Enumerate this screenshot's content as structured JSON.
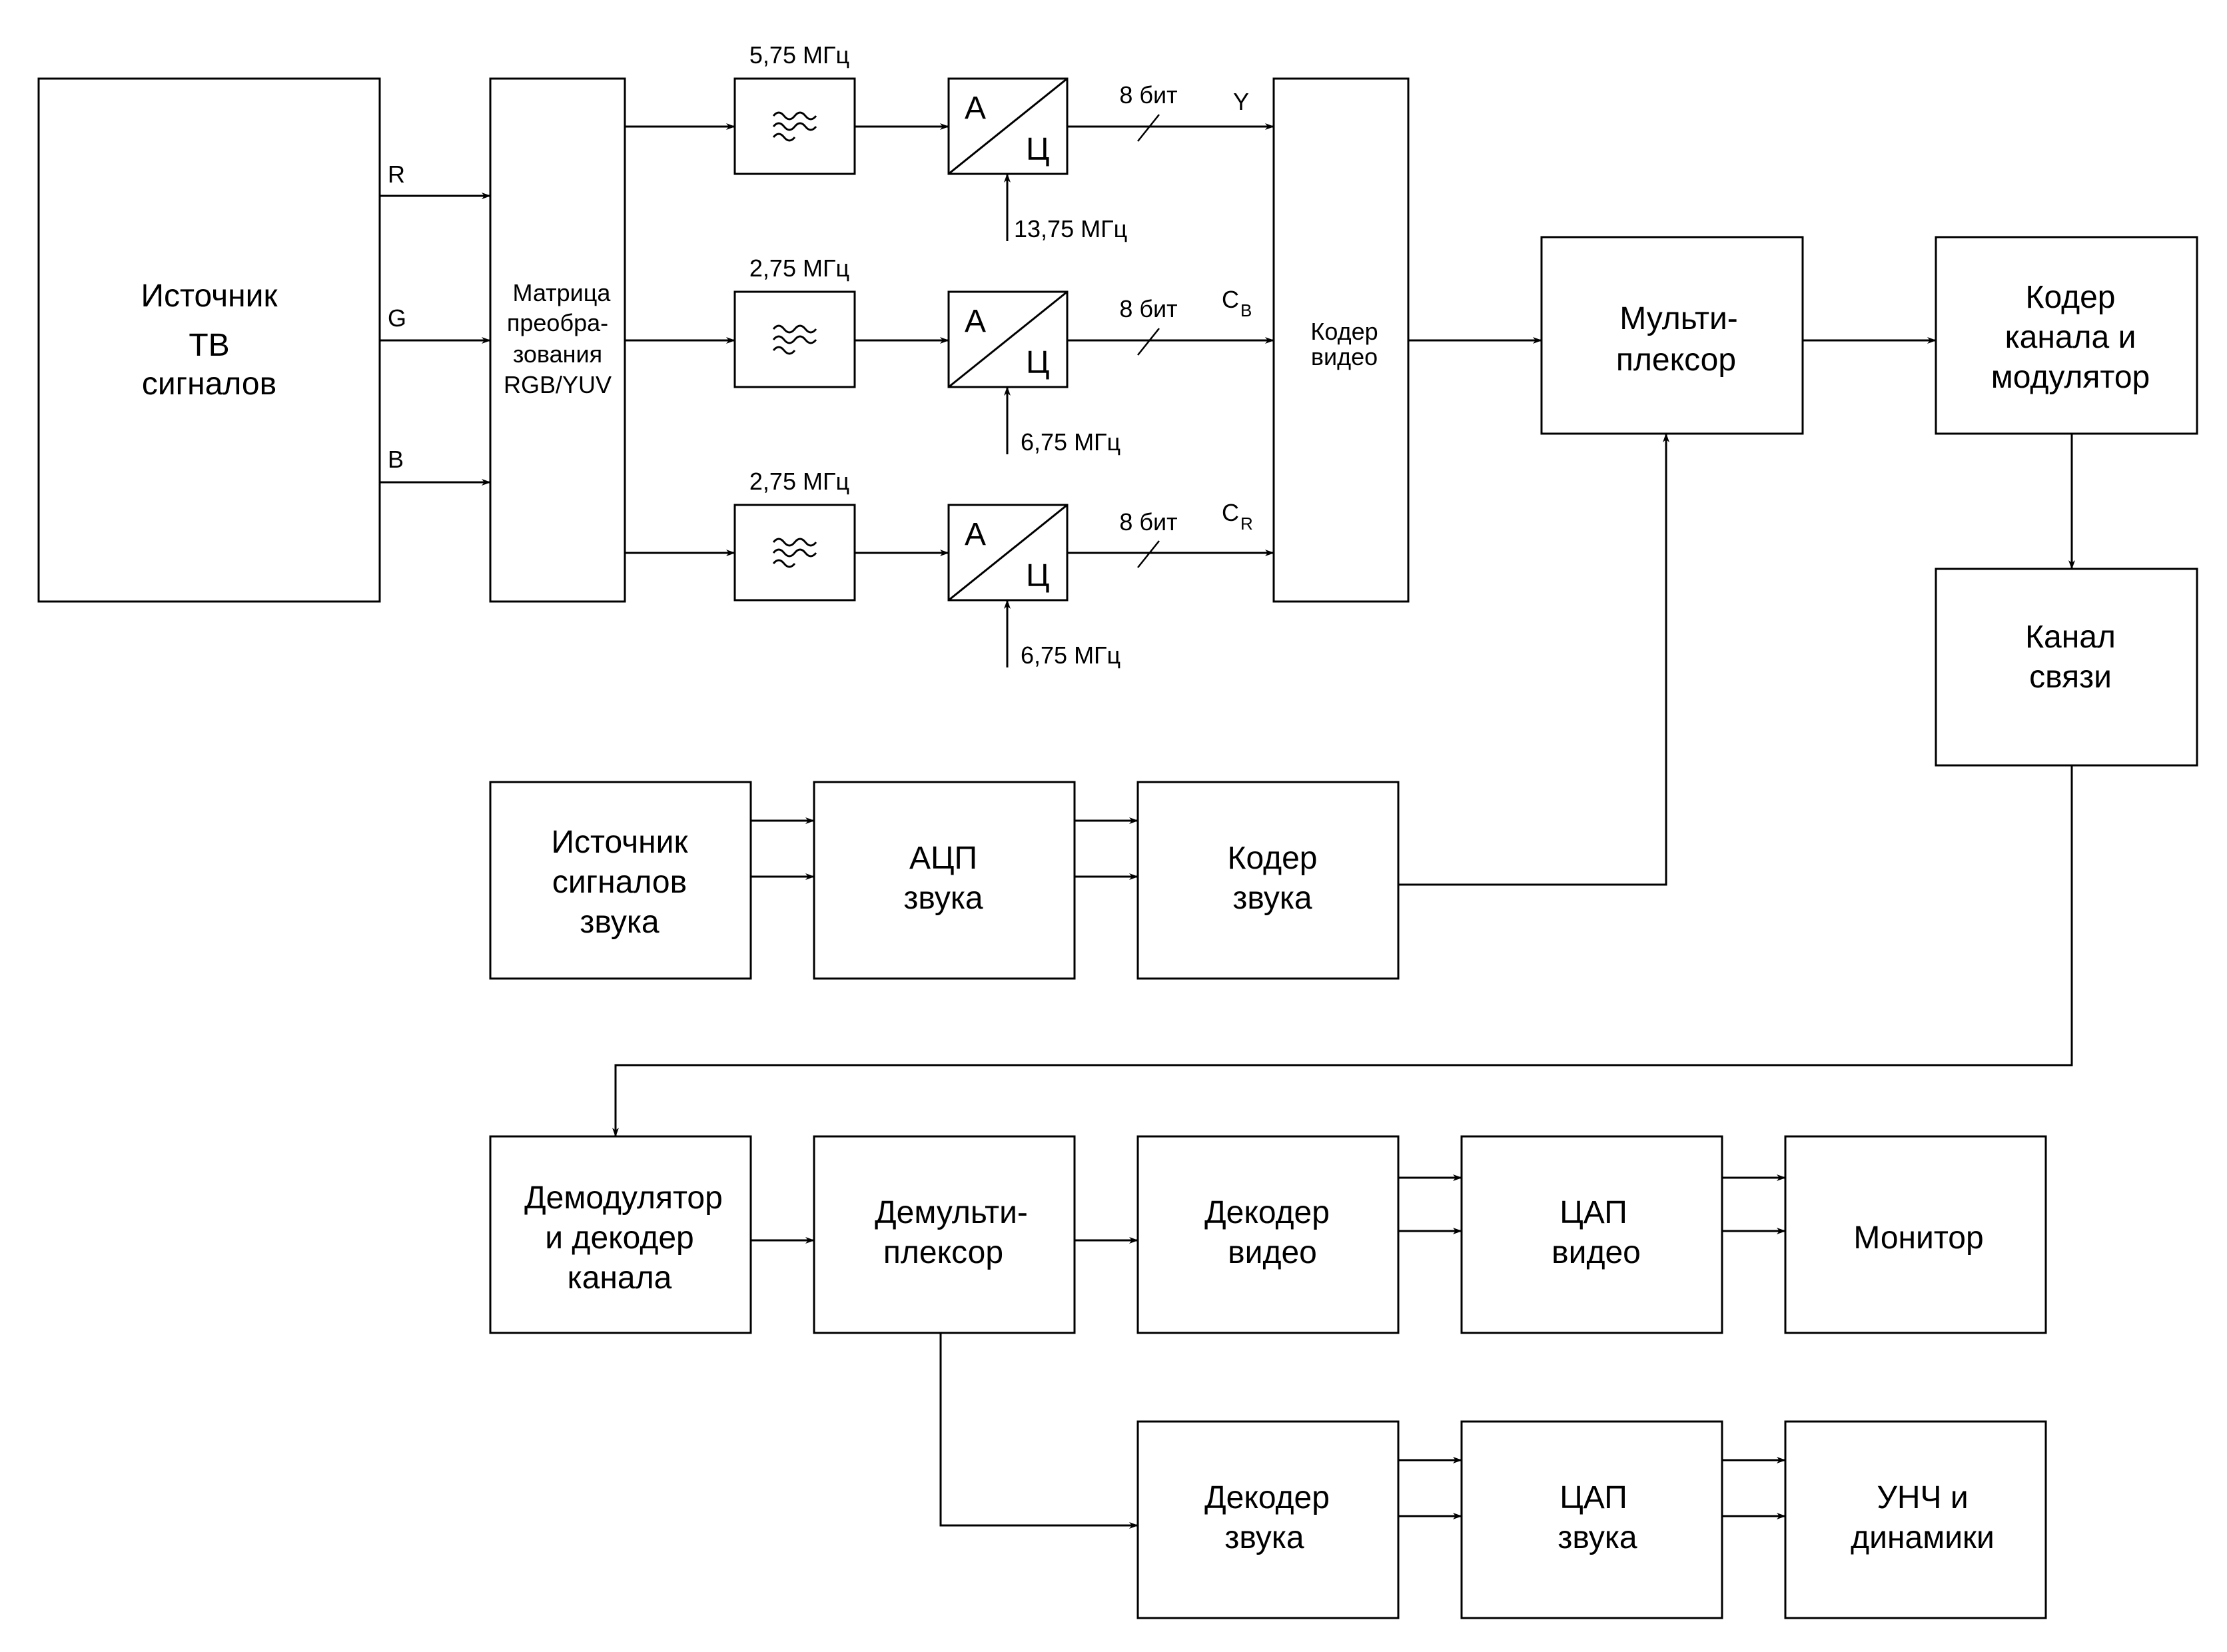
{
  "blocks": {
    "tv_source": [
      "Источник",
      "ТВ",
      "сигналов"
    ],
    "matrix": [
      "Матрица",
      "преобра-",
      "зования",
      "RGB/YUV"
    ],
    "adc_a": "А",
    "adc_c": "Ц",
    "video_coder": [
      "Кодер",
      "видео"
    ],
    "mux": [
      "Мульти-",
      "плексор"
    ],
    "chan_coder": [
      "Кодер",
      "канала и",
      "модулятор"
    ],
    "channel": [
      "Канал",
      "связи"
    ],
    "audio_source": [
      "Источник",
      "сигналов",
      "звука"
    ],
    "audio_adc": [
      "АЦП",
      "звука"
    ],
    "audio_coder": [
      "Кодер",
      "звука"
    ],
    "demod": [
      "Демодулятор",
      "и декодер",
      "канала"
    ],
    "demux": [
      "Демульти-",
      "плексор"
    ],
    "video_decoder": [
      "Декодер",
      "видео"
    ],
    "video_dac": [
      "ЦАП",
      "видео"
    ],
    "monitor": "Монитор",
    "audio_decoder": [
      "Декодер",
      "звука"
    ],
    "audio_dac": [
      "ЦАП",
      "звука"
    ],
    "amp": [
      "УНЧ и",
      "динамики"
    ]
  },
  "signals": {
    "r": "R",
    "g": "G",
    "b": "B",
    "y": "Y",
    "cb_main": "C",
    "cb_sub": "B",
    "cr_main": "C",
    "cr_sub": "R",
    "bits": "8 бит"
  },
  "filters": {
    "f1": "5,75 МГц",
    "f2": "2,75 МГц",
    "f3": "2,75 МГц",
    "lowpass_icon": "lowpass-filter-icon"
  },
  "clocks": {
    "c1": "13,75 МГц",
    "c2": "6,75 МГц",
    "c3": "6,75 МГц"
  }
}
